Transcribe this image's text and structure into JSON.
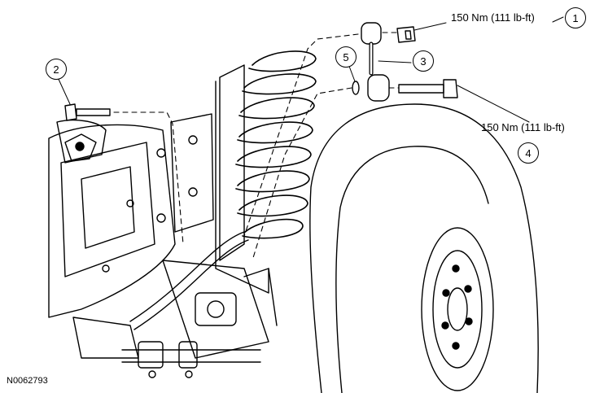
{
  "figure_id": "N0062793",
  "callouts": [
    {
      "number": "1",
      "torque": "150 Nm (111 lb-ft)"
    },
    {
      "number": "2"
    },
    {
      "number": "3"
    },
    {
      "number": "4",
      "torque": "150 Nm (111 lb-ft)"
    },
    {
      "number": "5"
    }
  ],
  "colors": {
    "line": "#000000",
    "background": "#ffffff"
  }
}
